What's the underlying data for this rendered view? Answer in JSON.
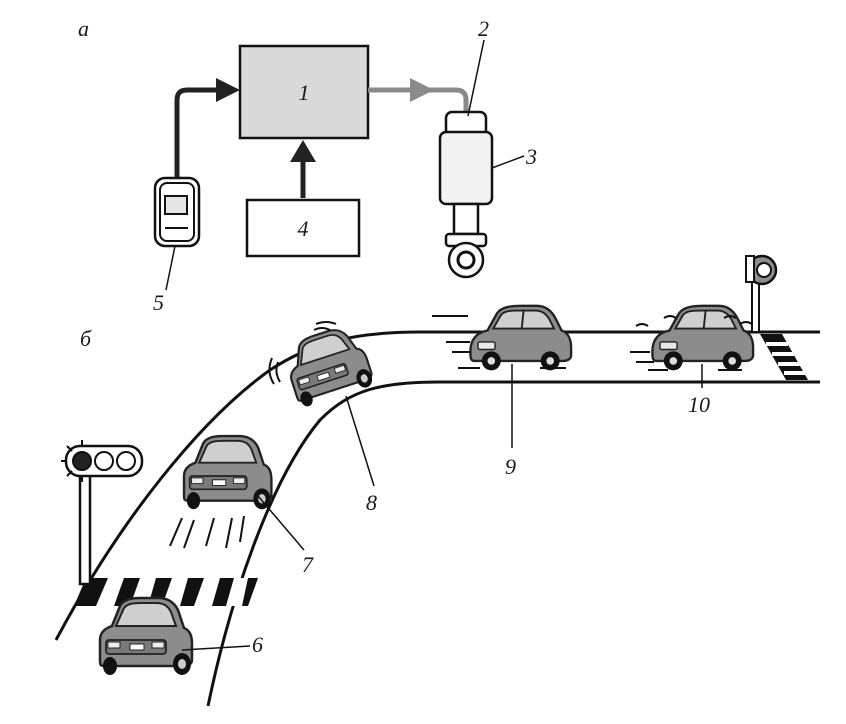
{
  "panel_a": {
    "label": "а",
    "controller_block": "1",
    "cable_callout": "2",
    "damper_callout": "3",
    "sensor_block": "4",
    "remote_callout": "5",
    "colors": {
      "controller_fill": "#d9d9d9",
      "arrow_dark": "#222222",
      "arrow_light": "#8a8a8a"
    },
    "icons": [
      "remote-control-icon",
      "shock-absorber-icon"
    ]
  },
  "panel_b": {
    "label": "б",
    "car_callouts": [
      "6",
      "7",
      "8",
      "9",
      "10"
    ],
    "icons": [
      "traffic-light-icon",
      "road-sign-icon",
      "car-icon"
    ],
    "colors": {
      "car_body": "#8c8c8c",
      "road_line": "#111111"
    }
  }
}
